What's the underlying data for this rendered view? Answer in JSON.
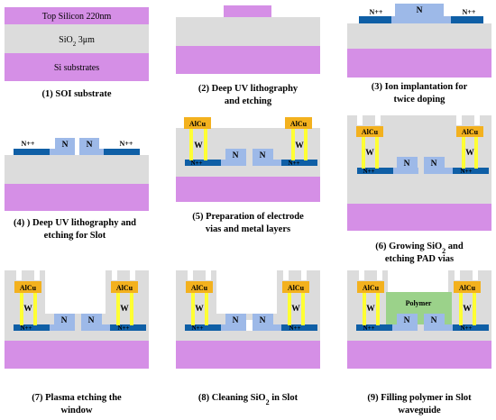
{
  "colors": {
    "silicon": "#D58FE6",
    "oxide": "#DCDCDC",
    "doped": "#0F5FA6",
    "waveguide": "#9DB9E8",
    "metal": "#F3B11E",
    "via": "#FFFF33",
    "polymer": "#9BD28A"
  },
  "labels": {
    "top_silicon": "Top Silicon 220nm",
    "sio2": "SiO",
    "sio2_sub": "2",
    "sio2_thickness": " 3μm",
    "si_substrate": "Si substrates",
    "n_plus": "N++",
    "n": "N",
    "alcu": "AlCu",
    "w": "W",
    "polymer": "Polymer"
  },
  "steps": [
    {
      "caption": [
        "(1) SOI substrate"
      ]
    },
    {
      "caption": [
        "(2) Deep UV lithography",
        "and etching"
      ]
    },
    {
      "caption": [
        "(3) Ion implantation for",
        "twice doping"
      ]
    },
    {
      "caption": [
        "(4) ) Deep UV lithography and",
        "etching for Slot"
      ]
    },
    {
      "caption": [
        "(5) Preparation of electrode",
        "vias and metal layers"
      ]
    },
    {
      "caption": [
        "(6) Growing SiO",
        "2",
        " and",
        "etching PAD vias"
      ]
    },
    {
      "caption": [
        "(7) Plasma etching the",
        "window"
      ]
    },
    {
      "caption": [
        "(8) Cleaning SiO",
        "2",
        " in Slot"
      ]
    },
    {
      "caption": [
        "(9) Filling polymer in Slot",
        "waveguide"
      ]
    }
  ]
}
